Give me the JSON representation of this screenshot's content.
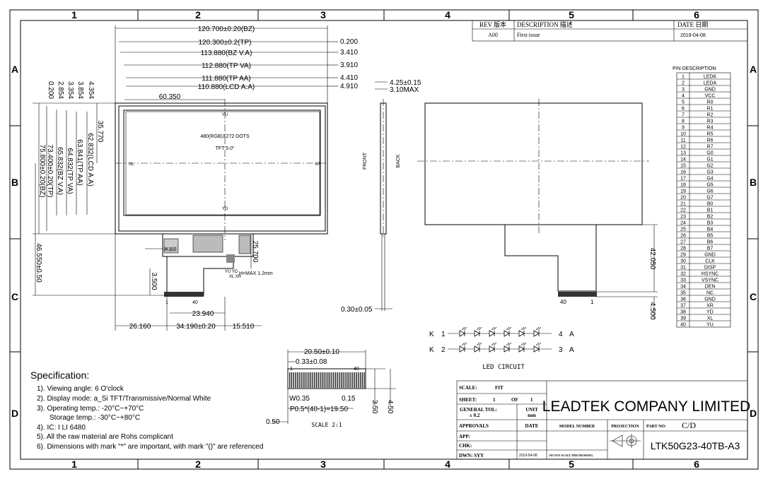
{
  "frame": {
    "columns": [
      "1",
      "2",
      "3",
      "4",
      "5",
      "6"
    ],
    "rows": [
      "A",
      "B",
      "C",
      "D"
    ]
  },
  "revision": {
    "headers": [
      "REV 版本",
      "DESCRIPTION 描述",
      "DATE 日期"
    ],
    "row": [
      "A00",
      "First issue",
      "2019-04-08"
    ]
  },
  "front_view": {
    "dims": [
      "120.700±0.20(BZ)",
      "120.300±0.2(TP)",
      "113.880(BZ V.A)",
      "112.880(TP VA)",
      "111.880(TP AA)",
      "110.880(LCD A.A)",
      "60.350",
      "0.200",
      "3.410",
      "3.910",
      "4.410",
      "4.910",
      "35.770",
      "25.700",
      "H=MAX 1.2mm",
      "3.500",
      "23.940",
      "26.160",
      "34.190±0.20",
      "15.510"
    ],
    "left_dims": [
      "4.354",
      "3.854",
      "3.354",
      "2.854",
      "0.200",
      "75.800±0.20(BZ)",
      "73.400±0.20(TP)",
      "65.832(BZ V.A)",
      "64.832(TP VA)",
      "63.841(TP AA)",
      "62.832(LCD A.A)",
      "46.550±0.50"
    ],
    "labels": {
      "dots": "480(RGB)X272 DOTS",
      "tft": "TFT 5.0\"",
      "yu": "YU",
      "yd": "YD",
      "xl": "XL",
      "xr": "XR",
      "yuyd": "YU YD",
      "xlxr": "XL XR",
      "fpc_pin1": "1",
      "fpc_pin40": "40",
      "mark": "高温胶"
    }
  },
  "side_view": {
    "dims": [
      "4.25±0.15",
      "3.10MAX",
      "0.30±0.05"
    ],
    "labels": {
      "front": "FRONT",
      "back": "BACK"
    }
  },
  "back_view": {
    "dims": [
      "42.050",
      "4.500"
    ],
    "labels": {
      "pin40": "40",
      "pin1": "1"
    }
  },
  "pin_description": {
    "title": "PIN DESCRIPTION",
    "pins": [
      [
        "1",
        "LEDK"
      ],
      [
        "2",
        "LEDA"
      ],
      [
        "3",
        "GND"
      ],
      [
        "4",
        "VCC"
      ],
      [
        "5",
        "R0"
      ],
      [
        "6",
        "R1"
      ],
      [
        "7",
        "R2"
      ],
      [
        "8",
        "R3"
      ],
      [
        "9",
        "R4"
      ],
      [
        "10",
        "R5"
      ],
      [
        "11",
        "R6"
      ],
      [
        "12",
        "R7"
      ],
      [
        "13",
        "G0"
      ],
      [
        "14",
        "G1"
      ],
      [
        "15",
        "G2"
      ],
      [
        "16",
        "G3"
      ],
      [
        "17",
        "G4"
      ],
      [
        "18",
        "G5"
      ],
      [
        "19",
        "G6"
      ],
      [
        "20",
        "G7"
      ],
      [
        "21",
        "B0"
      ],
      [
        "22",
        "B1"
      ],
      [
        "23",
        "B2"
      ],
      [
        "24",
        "B3"
      ],
      [
        "25",
        "B4"
      ],
      [
        "26",
        "B5"
      ],
      [
        "27",
        "B6"
      ],
      [
        "28",
        "B7"
      ],
      [
        "29",
        "GND"
      ],
      [
        "30",
        "CLK"
      ],
      [
        "31",
        "DISP"
      ],
      [
        "32",
        "HSYNC"
      ],
      [
        "33",
        "VSYNC"
      ],
      [
        "34",
        "DEN"
      ],
      [
        "35",
        "NC"
      ],
      [
        "36",
        "GND"
      ],
      [
        "37",
        "XR"
      ],
      [
        "38",
        "YD"
      ],
      [
        "39",
        "XL"
      ],
      [
        "40",
        "YU"
      ]
    ]
  },
  "led_circuit": {
    "title": "LED CIRCUIT",
    "row1": {
      "k": "K",
      "kn": "1",
      "a": "4",
      "an": "A"
    },
    "row2": {
      "k": "K",
      "kn": "2",
      "a": "3",
      "an": "A"
    }
  },
  "connector_detail": {
    "dims": [
      "20.50±0.10",
      "0.33±0.08",
      "W0.35",
      "0.15",
      "3.50",
      "4.50",
      "P0.5*(40-1)=19.50",
      "0.50"
    ],
    "pin1": "1",
    "pin40": "40",
    "scale": "SCALE 2:1"
  },
  "specification": {
    "title": "Specification:",
    "items": [
      "1). Viewing angle: 6 O'clock",
      "2). Display mode: a_Si TFT/Transmissive/Normal White",
      "3). Operating temp.: -20°C~+70°C",
      "Storage temp.: -30°C~+80°C",
      "4). IC: I LI 6480",
      "5). All the raw material are Rohs complicant",
      "6). Dimensions with mark \"*\" are important, with mark \"()\" are referenced"
    ]
  },
  "title_block": {
    "scale_label": "SCALE:",
    "scale_value": "FIT",
    "sheet_label": "SHEET:",
    "sheet_value": "1",
    "of_label": "OF",
    "of_value": "1",
    "tol_label": "GENERAL TOL:",
    "tol_value": "± 0.2",
    "unit_label": "UNIT",
    "unit_value": "mm",
    "company": "LEADTEK COMPANY LIMITED",
    "approvals": "APPROVALS",
    "date": "DATE",
    "model_number": "MODEL NUMBER",
    "projection": "PROJECTION",
    "part_no_label": "PART NO:",
    "part_no_value": "C/D",
    "app": "APP:",
    "chk": "CHK:",
    "dwn": "DWN: SYY",
    "dwn_date": "2019-04-08",
    "note": "DO NOT SCALE THIS DRAWING.",
    "model": "LTK50G23-40TB-A3"
  }
}
